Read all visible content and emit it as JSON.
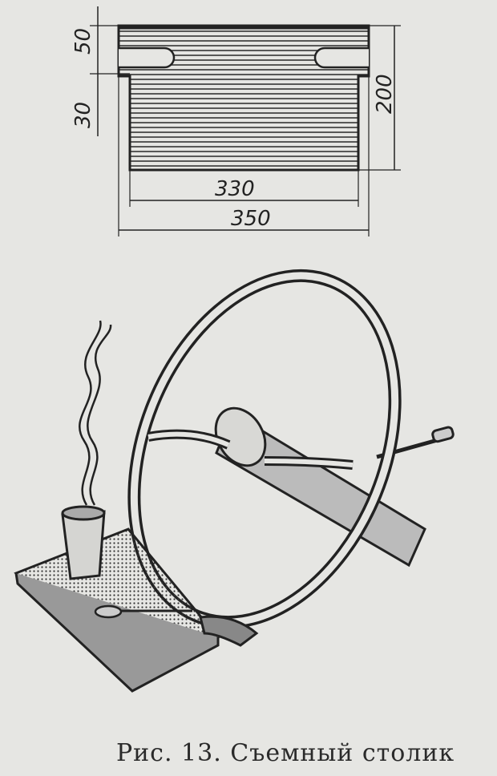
{
  "drawing": {
    "dimensions": {
      "slot_depth": "50",
      "slot_offset": "30",
      "height": "200",
      "inner_width": "330",
      "outer_width": "350"
    },
    "ink_color": "#222222",
    "paper_color": "#e6e6e3"
  },
  "caption": "Рис. 13. Съемный столик"
}
